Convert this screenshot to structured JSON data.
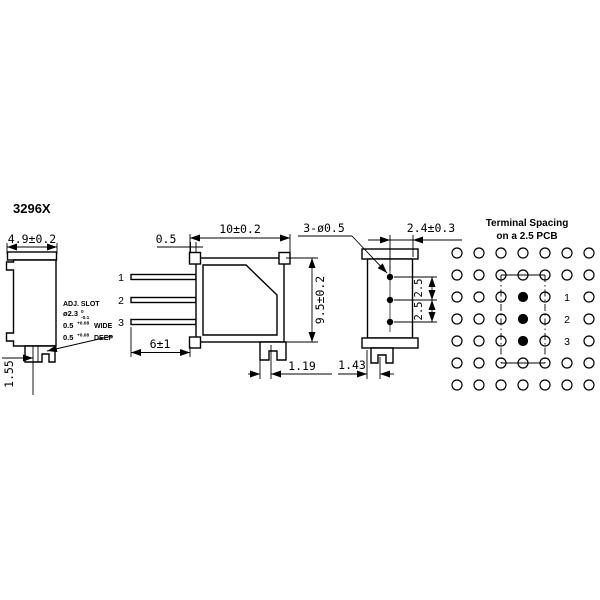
{
  "colors": {
    "line": "#000000",
    "background": "#ffffff"
  },
  "drawing": {
    "part_number": "3296X",
    "left_view": {
      "body_width_dim": "4.9±0.2",
      "foot_offset_dim": "1.55",
      "adj_slot": {
        "title": "ADJ. SLOT",
        "diameter": "ø2.3",
        "diameter_tol_upper": "0",
        "diameter_tol_lower": "-0.1",
        "width_value": "0.5",
        "width_tol": "+0.08",
        "width_label": "WIDE",
        "depth_value": "0.5",
        "depth_tol": "+0.08",
        "depth_label": "DEEP"
      }
    },
    "front_view": {
      "pin_labels": [
        "1",
        "2",
        "3"
      ],
      "tab_offset_dim": "0.5",
      "body_width_dim": "10±0.2",
      "body_height_dim": "9.5±0.2",
      "pin_length_dim": "6±1",
      "foot_offset_dim": "1.19"
    },
    "side_view": {
      "terminal_dia_dim": "3-ø0.5",
      "depth_dim": "2.4±0.3",
      "pitch_upper_dim": "2.5",
      "pitch_lower_dim": "2.5",
      "foot_offset_dim": "1.43"
    },
    "pcb_view": {
      "title_line1": "Terminal Spacing",
      "title_line2": "on a 2.5 PCB",
      "grid": {
        "cols": 7,
        "rows": 7,
        "filled_cells": [
          [
            3,
            2
          ],
          [
            3,
            3
          ],
          [
            3,
            4
          ]
        ],
        "label_cells": [
          [
            5,
            2,
            "1"
          ],
          [
            5,
            3,
            "2"
          ],
          [
            5,
            4,
            "3"
          ]
        ]
      }
    }
  }
}
